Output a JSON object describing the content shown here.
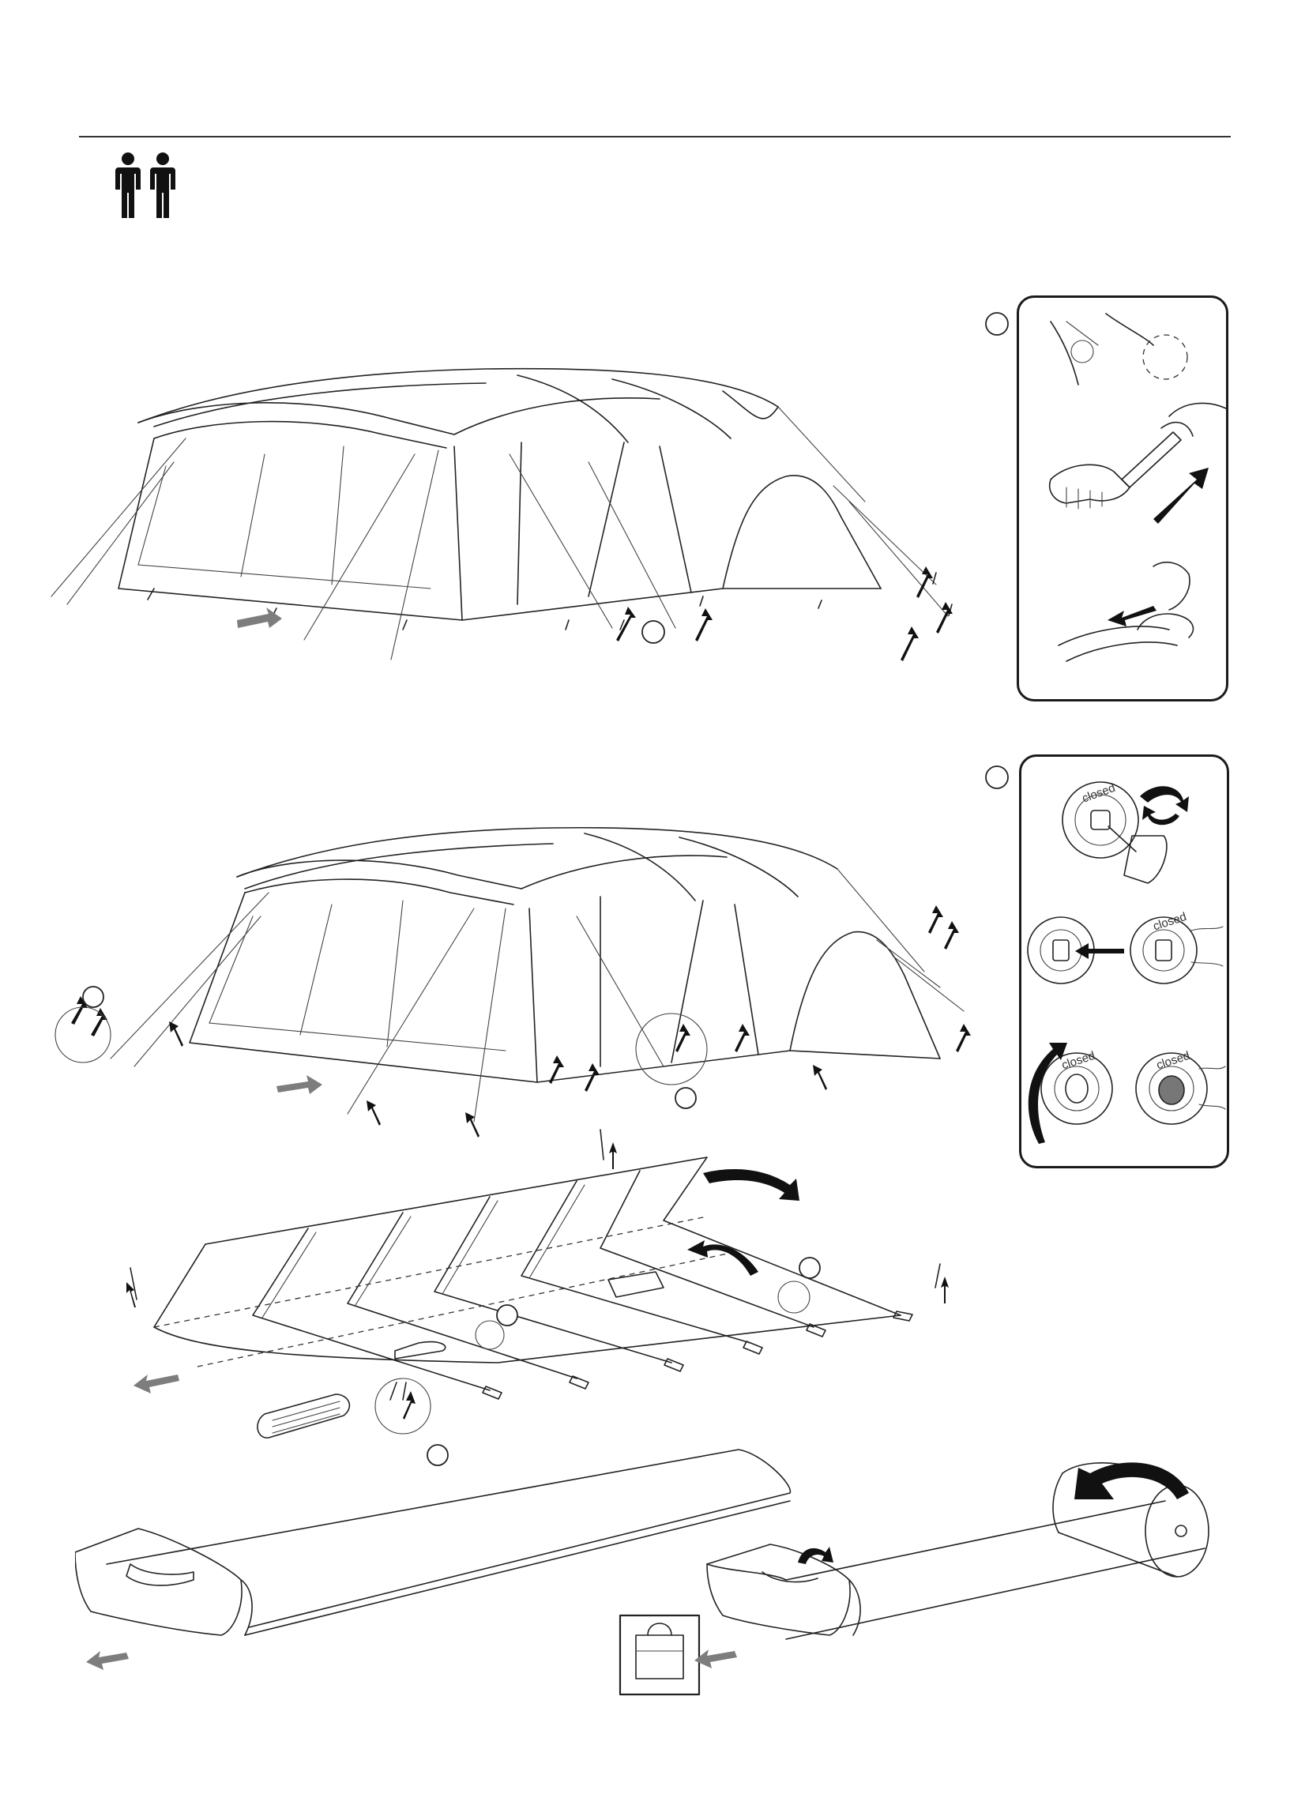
{
  "header": {
    "persons_icon": "two-persons-icon"
  },
  "detail_panels": {
    "valve": {
      "label_1": "closed",
      "label_2": "closed",
      "label_3": "closed",
      "label_4": "closed"
    }
  },
  "icons": {
    "storage_bag": "carry-bag-icon"
  },
  "colors": {
    "line": "#222222",
    "arrow_grey": "#7d7d7d",
    "arrow_black": "#111111",
    "background": "#ffffff"
  }
}
